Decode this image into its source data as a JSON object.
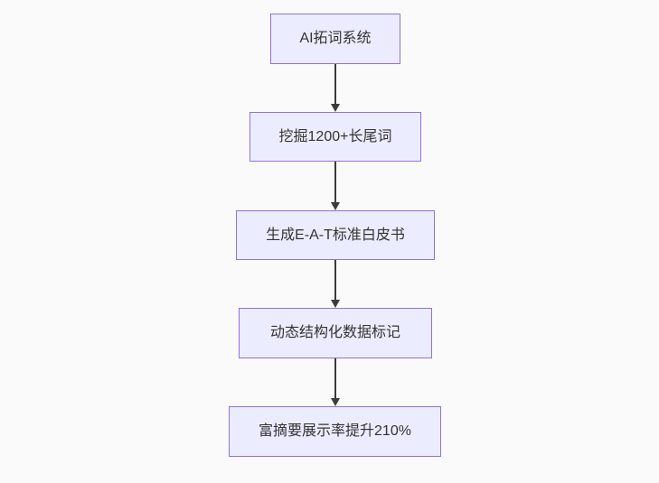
{
  "diagram": {
    "type": "flowchart-top-down",
    "colors": {
      "background": "#fafafa",
      "node-fill": "#ececff",
      "node-border": "#9370db",
      "edge": "#3b3b3b",
      "text": "#333333"
    },
    "nodes": [
      {
        "label": "AI拓词系统"
      },
      {
        "label": "挖掘1200+长尾词"
      },
      {
        "label": "生成E-A-T标准白皮书"
      },
      {
        "label": "动态结构化数据标记"
      },
      {
        "label": "富摘要展示率提升210%"
      }
    ],
    "edges": [
      {
        "from": 0,
        "to": 1
      },
      {
        "from": 1,
        "to": 2
      },
      {
        "from": 2,
        "to": 3
      },
      {
        "from": 3,
        "to": 4
      }
    ]
  }
}
